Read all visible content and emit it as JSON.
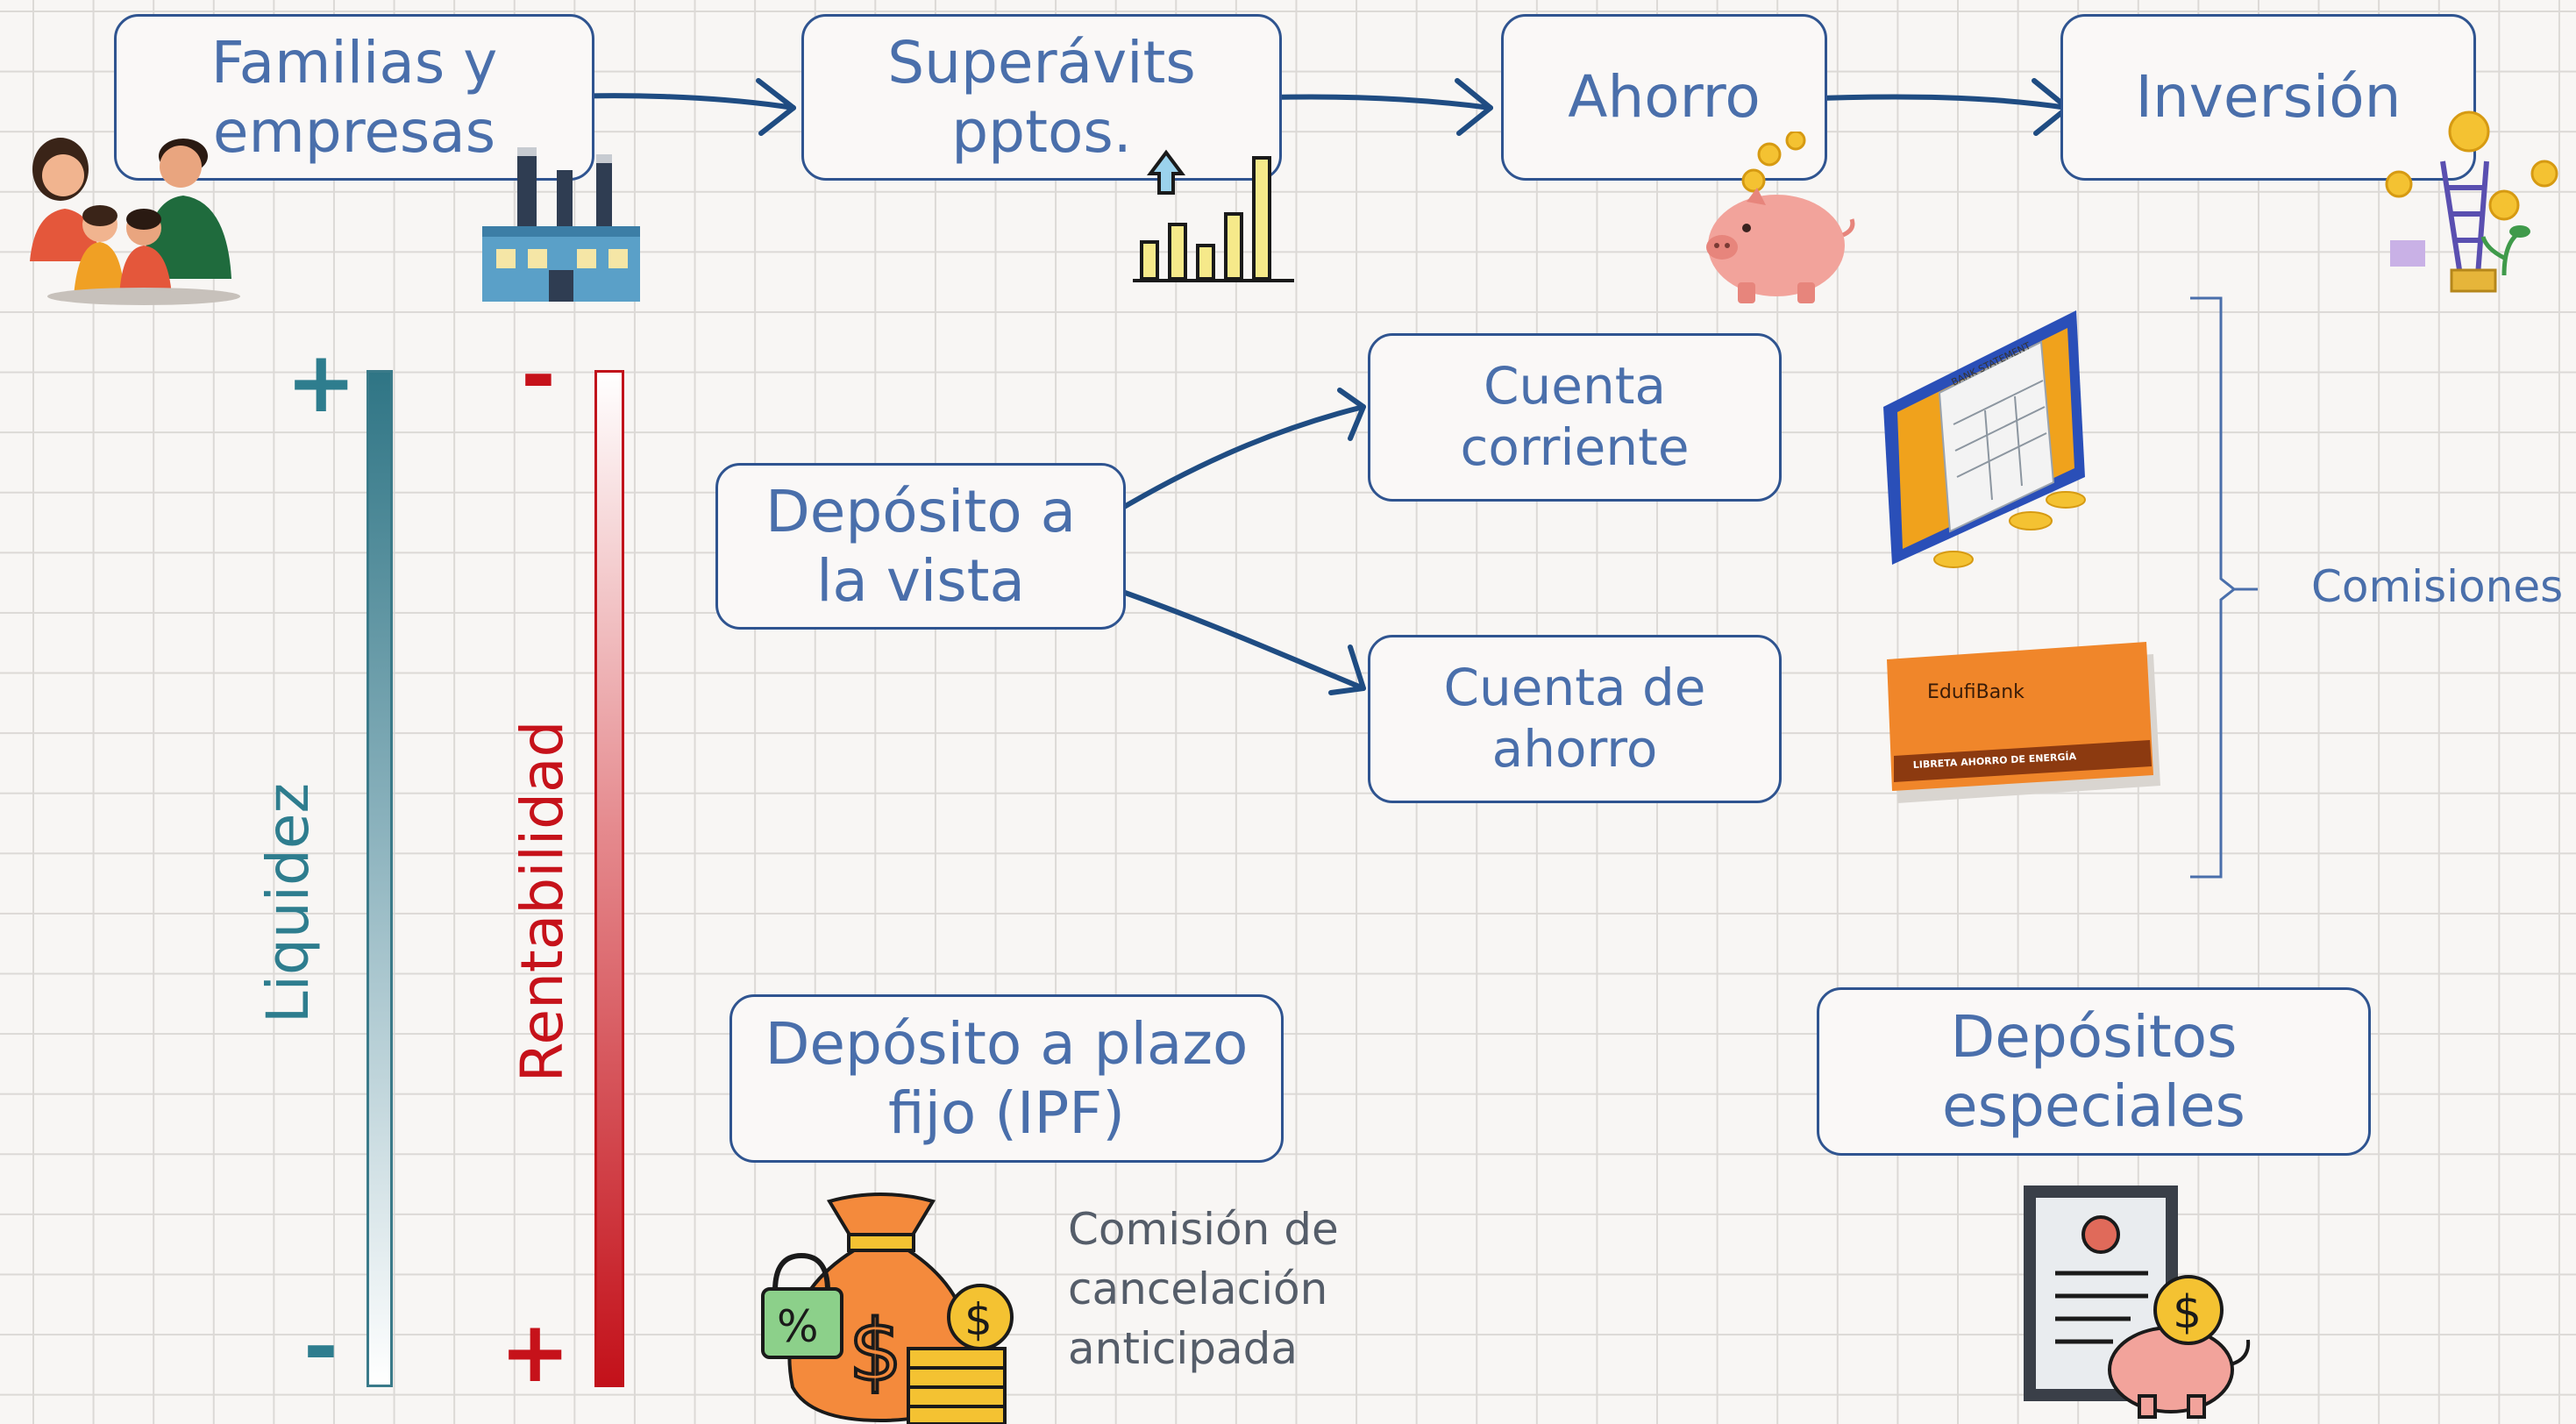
{
  "flow": {
    "familias": "Familias y empresas",
    "superavits": "Superávits pptos.",
    "ahorro": "Ahorro",
    "inversion": "Inversión"
  },
  "deposits": {
    "vista": "Depósito a la vista",
    "corriente": "Cuenta corriente",
    "cuenta_ahorro": "Cuenta de ahorro",
    "plazo_fijo": "Depósito a plazo fijo (IPF)",
    "especiales": "Depósitos especiales"
  },
  "comisiones": "Comisiones",
  "comision_cancelacion": [
    "Comisión de",
    "cancelación",
    "anticipada"
  ],
  "axes": {
    "liquidez": "Liquidez",
    "rentabilidad": "Rentabilidad",
    "liquidez_top": "+",
    "liquidez_bottom": "-",
    "rentabilidad_top": "-",
    "rentabilidad_bottom": "+"
  },
  "icons": {
    "bank_statement": "BANK STATEMENT",
    "bankbook_brand": "EdufiBank",
    "bankbook_caption": "LIBRETA AHORRO DE ENERGÍA"
  },
  "colors": {
    "box_border": "#2f5490",
    "box_text": "#4a6fab",
    "liquidez": "#2e7d8e",
    "rentabilidad": "#c6121a"
  }
}
